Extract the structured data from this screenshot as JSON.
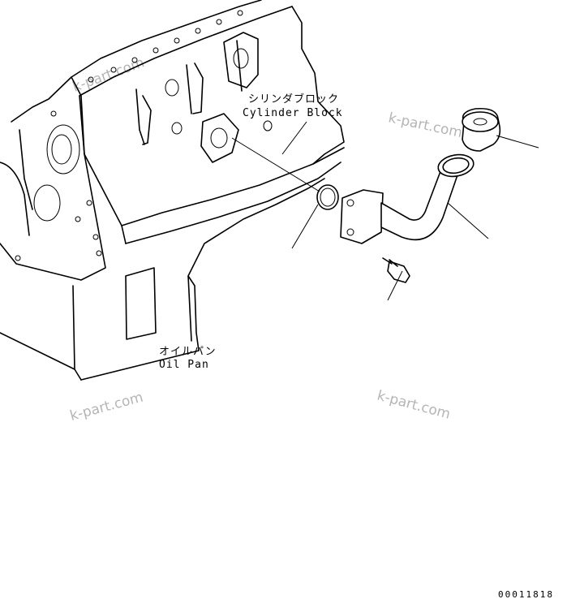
{
  "labels": {
    "cylinder_block_jp": "シリンダブロック",
    "cylinder_block_en": "Cylinder Block",
    "oil_pan_jp": "オイルパン",
    "oil_pan_en": "Oil Pan"
  },
  "watermarks": [
    "k-part.com",
    "k-part.com",
    "k-part.com",
    "k-part.com"
  ],
  "diagram_code": "00011818"
}
